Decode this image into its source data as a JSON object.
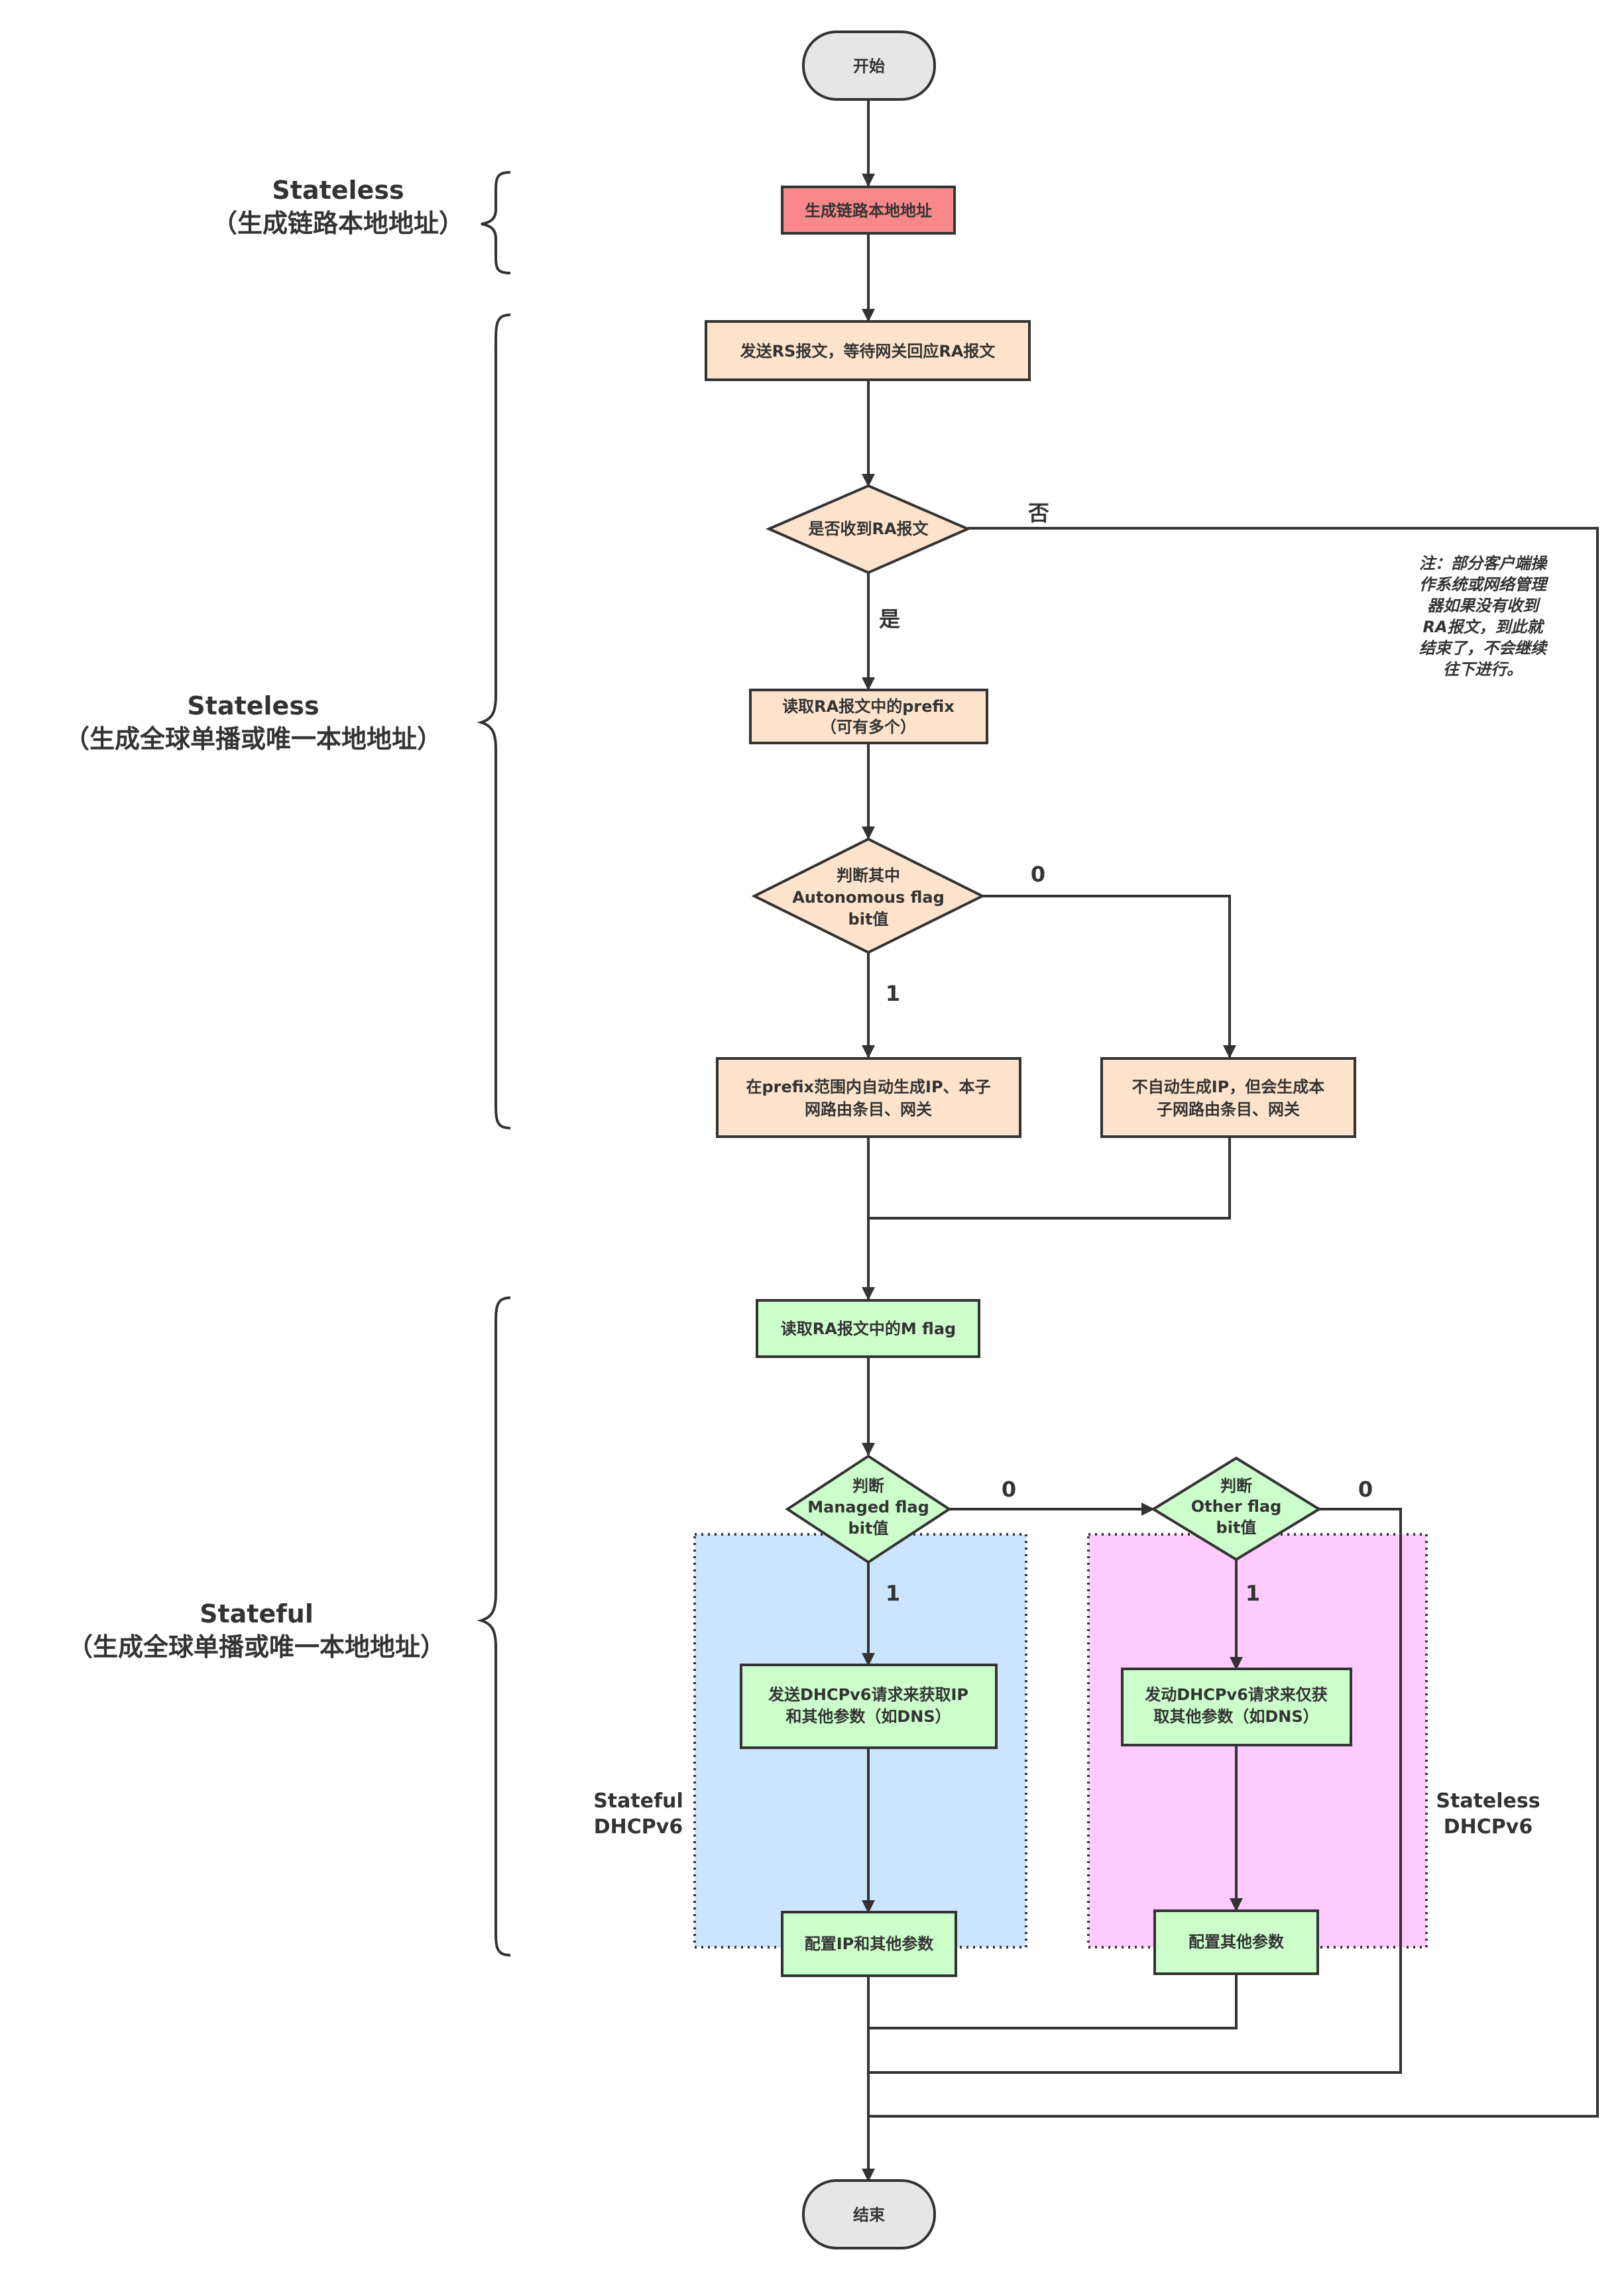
{
  "colors": {
    "terminal": "#e6e6e6",
    "red": "#f8888a",
    "orange": "#fde3cb",
    "green": "#ccfecc",
    "blue_region": "#cce5fe",
    "pink_region": "#fdcbfd",
    "stroke": "#333333"
  },
  "nodes": {
    "start": "开始",
    "gen_link_local": "生成链路本地地址",
    "send_rs": "发送RS报文，等待网关回应RA报文",
    "ra_received": "是否收到RA报文",
    "read_prefix": [
      "读取RA报文中的prefix",
      "（可有多个）"
    ],
    "autonomous_flag": [
      "判断其中",
      "Autonomous flag",
      "bit值"
    ],
    "auto_generate": [
      "在prefix范围内自动生成IP、本子",
      "网路由条目、网关"
    ],
    "no_auto_generate": [
      "不自动生成IP，但会生成本",
      "子网路由条目、网关"
    ],
    "read_m_flag": "读取RA报文中的M flag",
    "managed_flag": [
      "判断",
      "Managed flag",
      "bit值"
    ],
    "other_flag": [
      "判断",
      "Other flag",
      "bit值"
    ],
    "dhcpv6_ip": [
      "发送DHCPv6请求来获取IP",
      "和其他参数（如DNS）"
    ],
    "dhcpv6_other": [
      "发动DHCPv6请求来仅获",
      "取其他参数（如DNS）"
    ],
    "config_ip": "配置IP和其他参数",
    "config_other": "配置其他参数",
    "end": "结束"
  },
  "edge_labels": {
    "ra_no": "否",
    "ra_yes": "是",
    "auto_0": "0",
    "auto_1": "1",
    "managed_0": "0",
    "managed_1": "1",
    "other_0": "0",
    "other_1": "1"
  },
  "regions": {
    "stateful_dhcpv6": [
      "Stateful",
      "DHCPv6"
    ],
    "stateless_dhcpv6": [
      "Stateless",
      "DHCPv6"
    ]
  },
  "note": [
    "注：部分客户端操",
    "作系统或网络管理",
    "器如果没有收到",
    "RA报文，到此就",
    "结束了，不会继续",
    "往下进行。"
  ],
  "side_labels": {
    "phase1": [
      "Stateless",
      "（生成链路本地地址）"
    ],
    "phase2": [
      "Stateless",
      "（生成全球单播或唯一本地地址）"
    ],
    "phase3": [
      "Stateful",
      "（生成全球单播或唯一本地地址）"
    ]
  }
}
